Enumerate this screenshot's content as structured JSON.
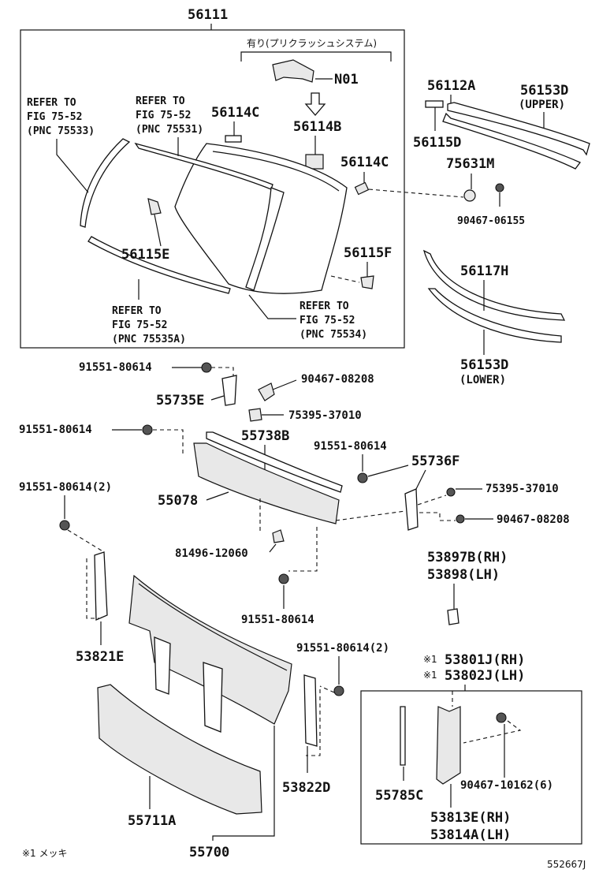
{
  "diagram": {
    "top_assembly_part": "56111",
    "option_header": "有り(プリクラッシュシステム)",
    "refer_blocks": [
      {
        "line1": "REFER TO",
        "line2": "FIG 75-52",
        "line3": "(PNC 75533)"
      },
      {
        "line1": "REFER TO",
        "line2": "FIG 75-52",
        "line3": "(PNC 75531)"
      },
      {
        "line1": "REFER TO",
        "line2": "FIG 75-52",
        "line3": "(PNC 75535A)"
      },
      {
        "line1": "REFER TO",
        "line2": "FIG 75-52",
        "line3": "(PNC 75534)"
      }
    ],
    "part_labels": {
      "n01": "N01",
      "p56114c_a": "56114C",
      "p56114b": "56114B",
      "p56114c_b": "56114C",
      "p56115e": "56115E",
      "p56115f": "56115F",
      "p56112a": "56112A",
      "p56153d_upper": "56153D",
      "upper_note": "(UPPER)",
      "p56115d": "56115D",
      "p75631m": "75631M",
      "p90467_06155": "90467-06155",
      "p56117h": "56117H",
      "p56153d_lower": "56153D",
      "lower_note": "(LOWER)",
      "p91551_80614_a": "91551-80614",
      "p90467_08208_a": "90467-08208",
      "p55735e": "55735E",
      "p75395_37010_a": "75395-37010",
      "p91551_80614_b": "91551-80614",
      "p55738b": "55738B",
      "p91551_80614_c": "91551-80614",
      "p55736f": "55736F",
      "p91551_80614_2_a": "91551-80614(2)",
      "p75395_37010_b": "75395-37010",
      "p55078": "55078",
      "p90467_08208_b": "90467-08208",
      "p81496_12060": "81496-12060",
      "p53897b": "53897B(RH)",
      "p53898": "53898(LH)",
      "p91551_80614_d": "91551-80614",
      "p53821e": "53821E",
      "p91551_80614_2_b": "91551-80614(2)",
      "p53801j": "53801J(RH)",
      "p53802j": "53802J(LH)",
      "mark1": "※1",
      "mark2": "※1",
      "p53822d": "53822D",
      "p55785c": "55785C",
      "p90467_10162": "90467-10162(6)",
      "p55711a": "55711A",
      "p53813e": "53813E(RH)",
      "p53814a": "53814A(LH)",
      "p55700": "55700"
    },
    "footnote": "※1 メッキ",
    "diagram_id": "552667J"
  }
}
